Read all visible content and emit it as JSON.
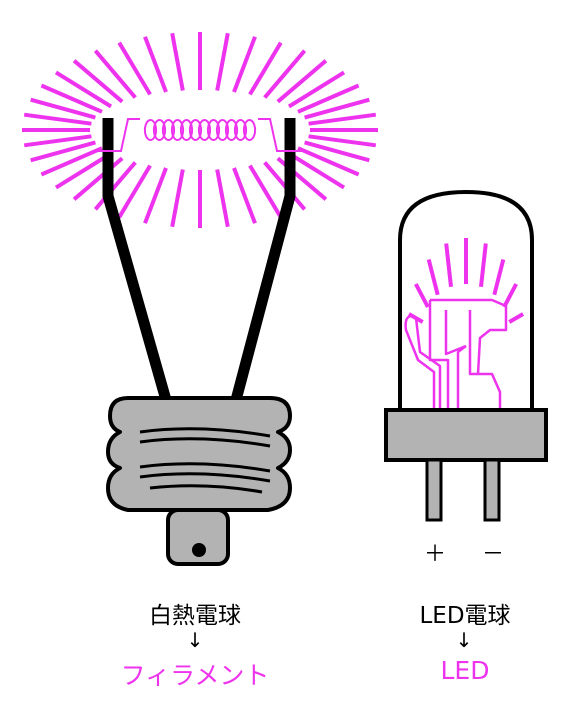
{
  "colors": {
    "glow": "#ee33ee",
    "outline": "#000000",
    "base_fill": "#b3b3b3",
    "bulb_fill": "#ffffff"
  },
  "incandescent": {
    "title": "白熱電球",
    "arrow": "↓",
    "part": "フィラメント"
  },
  "led": {
    "title": "LED電球",
    "arrow": "↓",
    "part": "LED",
    "plus": "＋",
    "minus": "－"
  }
}
